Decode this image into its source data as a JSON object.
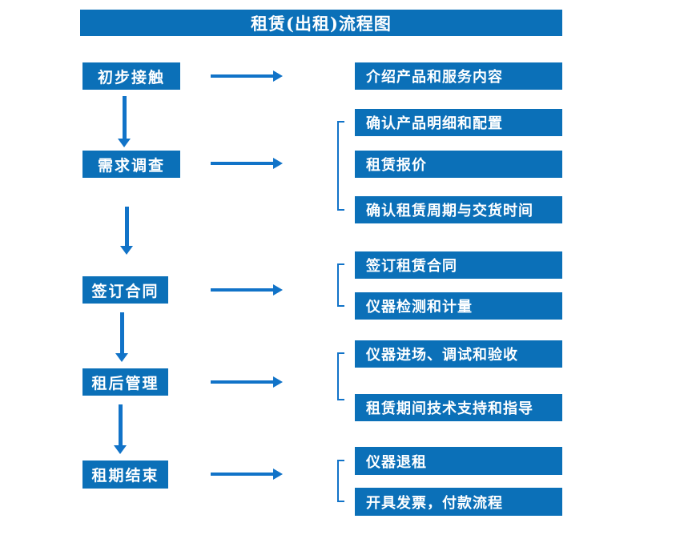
{
  "title": "租赁(出租)流程图",
  "colors": {
    "box_blue": "#0b70b8",
    "arrow_blue": "#1173c8",
    "text_white": "#ffffff",
    "bg": "#ffffff"
  },
  "flow": [
    {
      "stage": "初步接触",
      "details": [
        "介绍产品和服务内容"
      ]
    },
    {
      "stage": "需求调查",
      "details": [
        "确认产品明细和配置",
        "租赁报价",
        "确认租赁周期与交货时间"
      ]
    },
    {
      "stage": "签订合同",
      "details": [
        "签订租赁合同",
        "仪器检测和计量"
      ]
    },
    {
      "stage": "租后管理",
      "details": [
        "仪器进场、调试和验收",
        "租赁期间技术支持和指导"
      ]
    },
    {
      "stage": "租期结束",
      "details": [
        "仪器退租",
        "开具发票，付款流程"
      ]
    }
  ]
}
